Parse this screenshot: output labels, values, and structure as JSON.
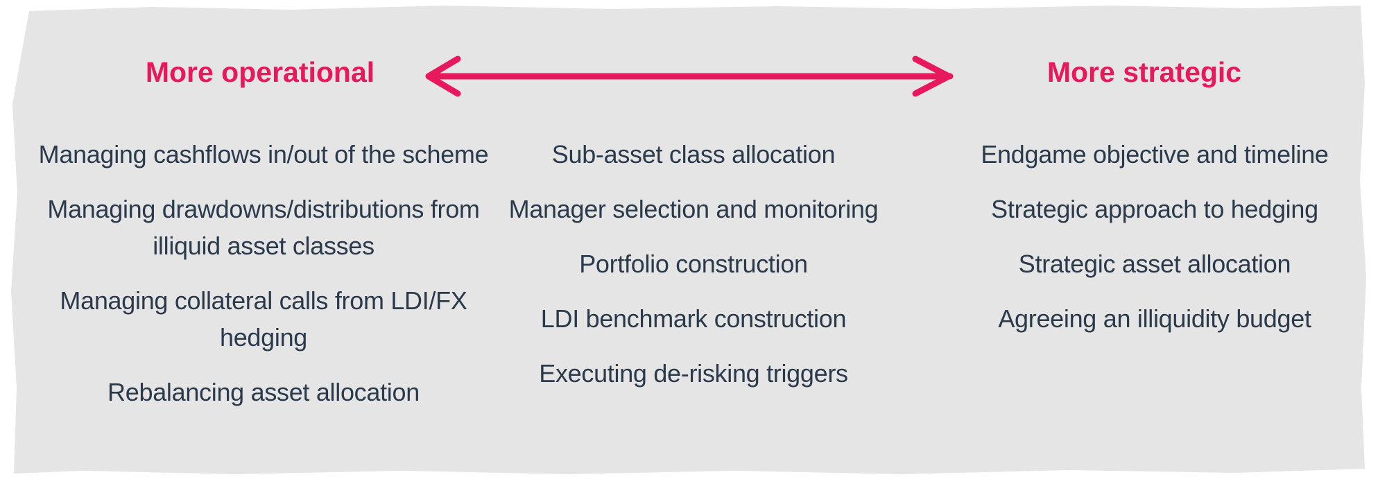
{
  "colors": {
    "panel_bg": "#e5e5e6",
    "accent": "#e8185c",
    "text": "#2b3a4b"
  },
  "header": {
    "left_title": "More operational",
    "right_title": "More strategic",
    "arrow": "double-headed-arrow"
  },
  "columns": {
    "operational": {
      "items": [
        "Managing cashflows in/out of the scheme",
        "Managing drawdowns/distributions from illiquid asset classes",
        "Managing collateral calls from LDI/FX hedging",
        "Rebalancing asset allocation"
      ]
    },
    "middle": {
      "items": [
        "Sub-asset class allocation",
        "Manager selection and monitoring",
        "Portfolio construction",
        "LDI benchmark construction",
        "Executing de-risking triggers"
      ]
    },
    "strategic": {
      "items": [
        "Endgame objective and timeline",
        "Strategic approach to hedging",
        "Strategic asset allocation",
        "Agreeing an illiquidity budget"
      ]
    }
  }
}
